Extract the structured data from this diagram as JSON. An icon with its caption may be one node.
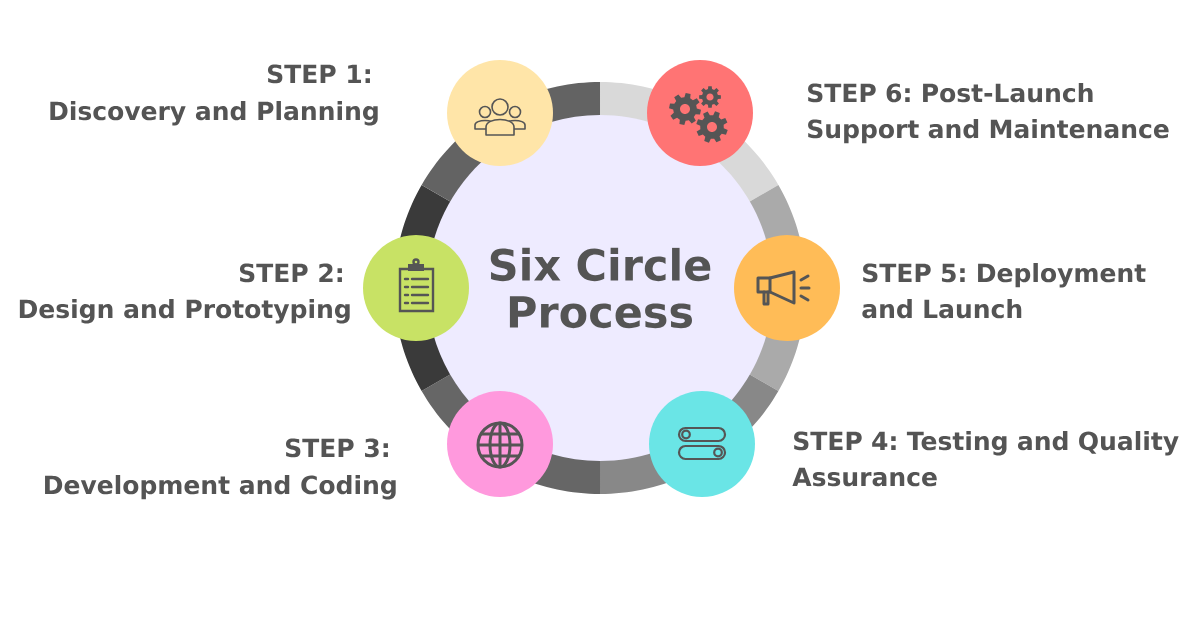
{
  "diagram": {
    "nodes": [
      {
        "text": [
          "Six Circle Process"
        ]
      },
      {
        "text": [
          "STEP 1:",
          "Discovery and Planning"
        ]
      },
      {
        "text": [
          "STEP 2:",
          "Design and Prototyping"
        ]
      },
      {
        "text": [
          "STEP 3:",
          "Development and Coding"
        ]
      },
      {
        "text": [
          "STEP 4: Testing and Quality Assurance"
        ]
      },
      {
        "text": [
          "STEP 5: Deployment and Launch"
        ]
      },
      {
        "text": [
          "STEP 6: Post-Launch Support and Maintenance"
        ]
      }
    ]
  }
}
